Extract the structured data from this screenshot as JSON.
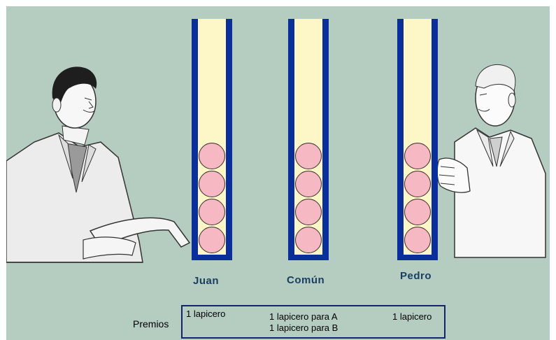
{
  "containers": [
    {
      "id": "juan",
      "label": "Juan",
      "balls": 4
    },
    {
      "id": "comun",
      "label": "Común",
      "balls": 4
    },
    {
      "id": "pedro",
      "label": "Pedro",
      "balls": 4
    }
  ],
  "prizes": {
    "label": "Premios",
    "juan": "1 lapicero",
    "comun_line1": "1 lapicero para A",
    "comun_line2": "1 lapicero para B",
    "pedro": "1 lapicero"
  },
  "colors": {
    "background": "#b5cdc0",
    "tube_border": "#0a2e9a",
    "tube_fill": "#fdf7c8",
    "ball": "#f6b9c3",
    "name_text": "#1a3e62"
  }
}
